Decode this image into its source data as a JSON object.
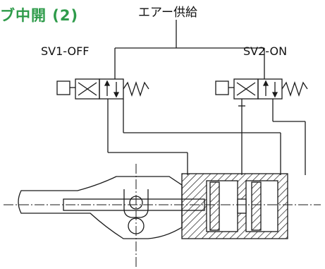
{
  "heading": "ブ中開 (2)",
  "air_supply_label": "エアー供給",
  "sv1_label": "SV1-OFF",
  "sv2_label": "SV2-ON",
  "colors": {
    "heading": "#2e9b4a",
    "line": "#1a1a1a"
  }
}
